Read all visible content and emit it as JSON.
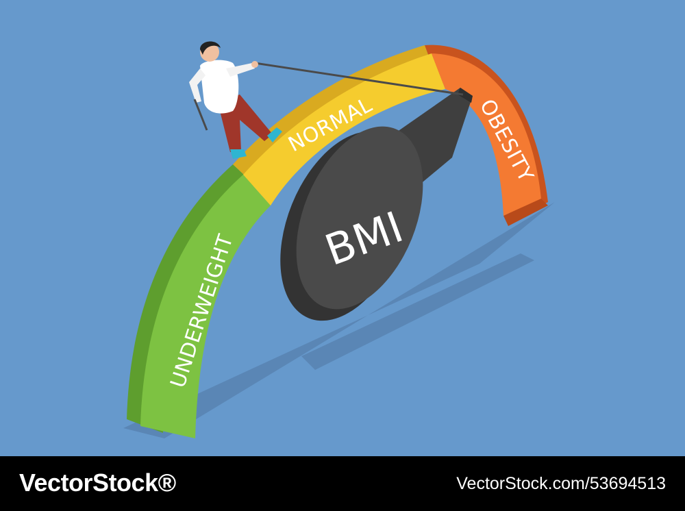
{
  "scene": {
    "background_color": "#6699cc",
    "gauge": {
      "segments": [
        {
          "label": "UNDERWEIGHT",
          "color": "#7dc242"
        },
        {
          "label": "NORMAL",
          "color": "#f5cc2e"
        },
        {
          "label": "OBESITY",
          "color": "#f47a32"
        }
      ],
      "dial_label": "BMI",
      "dial_color": "#4a4a4a"
    }
  },
  "footer": {
    "brand": "VectorStock®",
    "image_id": "VectorStock.com/53694513"
  }
}
